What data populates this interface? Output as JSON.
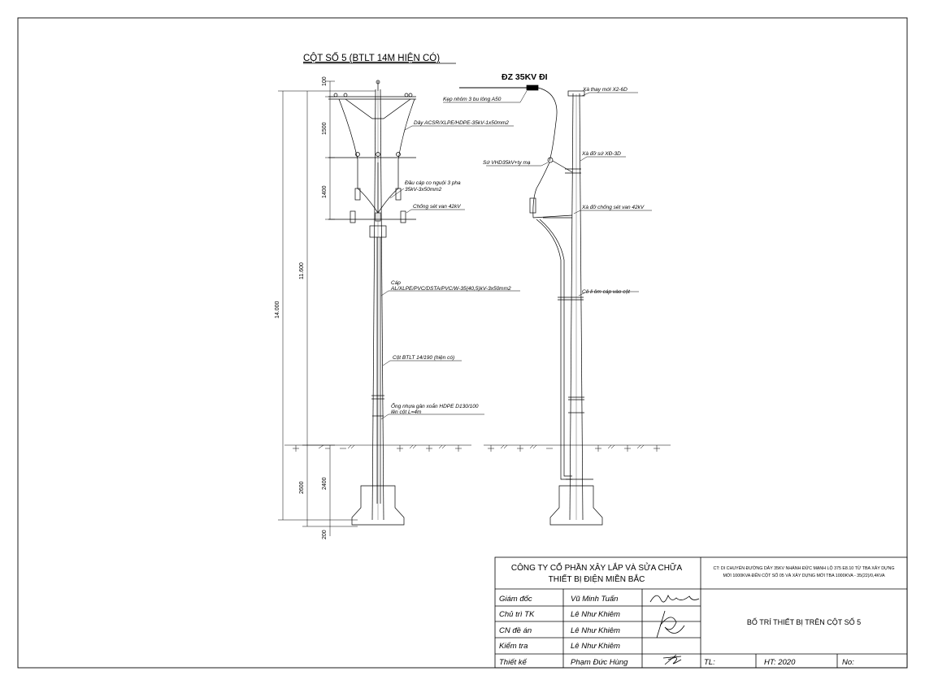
{
  "title": "CỘT SỐ 5 (BTLT 14M HIỆN CÓ)",
  "line_label": "ĐZ 35KV ĐI",
  "dims": {
    "d100": "100",
    "d1500": "1500",
    "d1400": "1400",
    "d11600": "11.600",
    "d14000": "14.000",
    "d2400": "2400",
    "d2600": "2600",
    "d200": "200"
  },
  "left_labels": {
    "day": "Dây ACSR/XLPE/HDPE-35kV-1x50mm2",
    "dau_cap_1": "Đầu cáp co nguội 3 pha",
    "dau_cap_2": "35kV-3x50mm2",
    "chong_set": "Chống sét van 42kV",
    "cap_1": "Cáp",
    "cap_2": "AL/XLPE/PVC/DSTA/PVC/W-35(40,5)kV-3x50mm2",
    "cot": "Cột BTLT 14/190 (hiện có)",
    "ong_1": "Ống nhựa gân xoắn HDPE D130/100",
    "ong_2": "lên cột L=4m"
  },
  "right_labels": {
    "kep": "Kẹp nhôm 3 bu lông A50",
    "xa_thay": "Xà thay mới X2-6D",
    "xa_do_su": "Xà đỡ sứ XĐ-3D",
    "su": "Sứ VHD35kV+ty mạ",
    "xa_do_csv": "Xà đỡ chống sét van 42kV",
    "co_ri": "Cô li ôm cáp vào cột"
  },
  "title_block": {
    "company_1": "CÔNG TY CỔ PHẦN XÂY LẮP VÀ SỬA CHỮA",
    "company_2": "THIẾT BỊ ĐIỆN MIỀN BẮC",
    "project_1": "CT: DI CHUYỂN ĐƯỜNG DÂY 35KV NHÁNH ĐỨC MẠNH LỘ 375 E8.10 TỪ TBA XÂY DỰNG",
    "project_2": "MỚI 1000KVA ĐẾN CỘT SỐ 05 VÀ XÂY DỰNG MỚI TBA 1000KVA - 35(22)/0,4KVA",
    "drawing_title": "BỐ TRÍ THIẾT BỊ TRÊN CỘT SỐ 5",
    "rows": [
      {
        "role": "Giám đốc",
        "name": "Vũ Minh Tuấn"
      },
      {
        "role": "Chủ trì TK",
        "name": "Lê Như Khiêm"
      },
      {
        "role": "CN đề án",
        "name": "Lê Như Khiêm"
      },
      {
        "role": "Kiểm tra",
        "name": "Lê Như Khiêm"
      },
      {
        "role": "Thiết kế",
        "name": "Phạm Đức Hùng"
      }
    ],
    "tl": "TL:",
    "ht": "HT: 2020",
    "no": "No:"
  }
}
